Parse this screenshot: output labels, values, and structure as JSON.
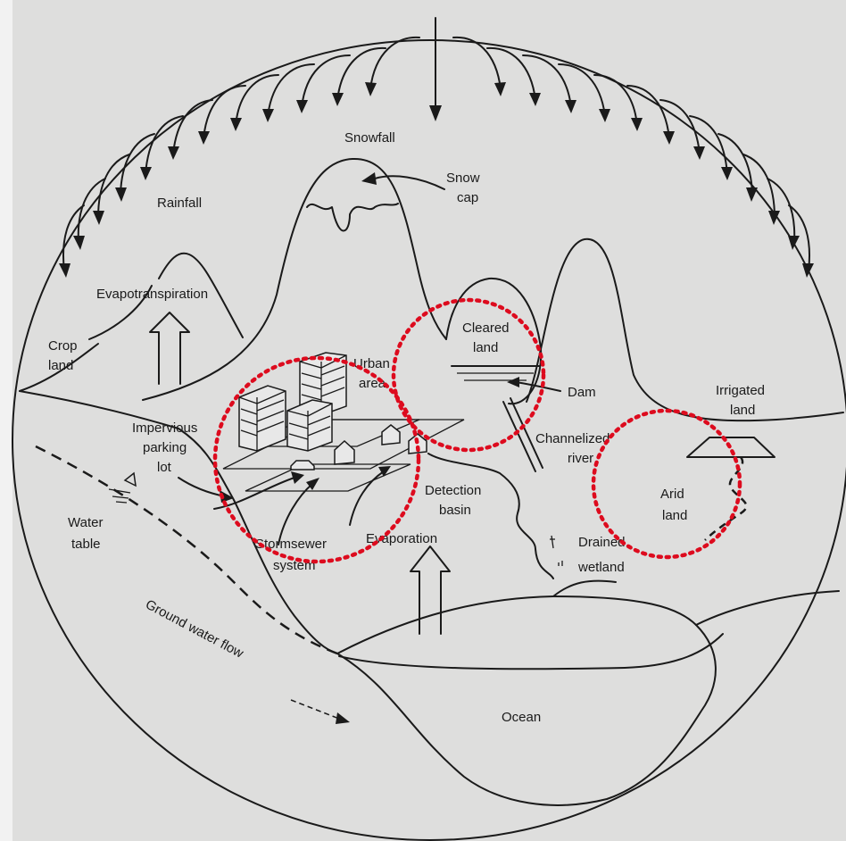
{
  "labels": {
    "snowfall": "Snowfall",
    "snow_cap_1": "Snow",
    "snow_cap_2": "cap",
    "rainfall": "Rainfall",
    "evapotranspiration": "Evapotranspiration",
    "crop_land_1": "Crop",
    "crop_land_2": "land",
    "urban_area_1": "Urban",
    "urban_area_2": "area",
    "cleared_land_1": "Cleared",
    "cleared_land_2": "land",
    "dam": "Dam",
    "irrigated_land_1": "Irrigated",
    "irrigated_land_2": "land",
    "impervious_1": "Impervious",
    "impervious_2": "parking",
    "impervious_3": "lot",
    "channelized_1": "Channelized",
    "channelized_2": "river",
    "detection_1": "Detection",
    "detection_2": "basin",
    "evaporation": "Evaporation",
    "arid_land_1": "Arid",
    "arid_land_2": "land",
    "water_table_1": "Water",
    "water_table_2": "table",
    "stormsewer_1": "Stormsewer",
    "stormsewer_2": "system",
    "drained_1": "Drained",
    "drained_2": "wetland",
    "ground_water_flow": "Ground water flow",
    "ocean": "Ocean"
  },
  "colors": {
    "background": "#dededd",
    "ink": "#1a1a1a",
    "highlight": "#dd0b1e"
  }
}
